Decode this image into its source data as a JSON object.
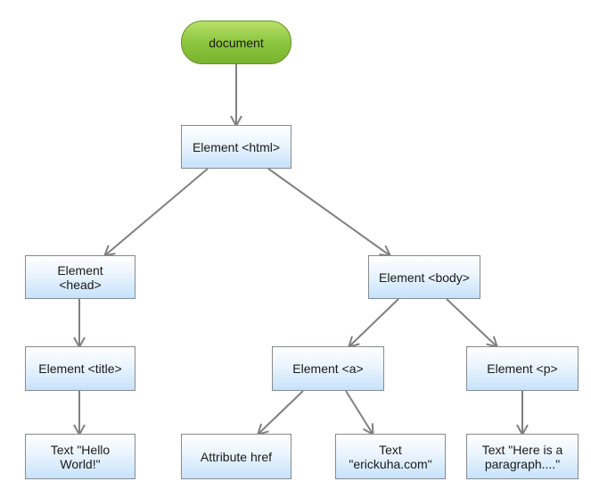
{
  "diagram": {
    "nodes": {
      "document": "document",
      "html": "Element <html>",
      "head": "Element\n<head>",
      "body": "Element <body>",
      "title": "Element <title>",
      "a": "Element <a>",
      "p": "Element <p>",
      "text_hello": "Text \"Hello\nWorld!\"",
      "attr_href": "Attribute href",
      "text_erick": "Text\n\"erickuha.com\"",
      "text_para": "Text \"Here is a\nparagraph....\""
    },
    "edges": [
      [
        "document",
        "html"
      ],
      [
        "html",
        "head"
      ],
      [
        "html",
        "body"
      ],
      [
        "head",
        "title"
      ],
      [
        "title",
        "text_hello"
      ],
      [
        "body",
        "a"
      ],
      [
        "body",
        "p"
      ],
      [
        "a",
        "attr_href"
      ],
      [
        "a",
        "text_erick"
      ],
      [
        "p",
        "text_para"
      ]
    ],
    "colors": {
      "root_fill": "#8cc63f",
      "node_fill": "#c6e2fb",
      "edge": "#808080"
    }
  }
}
